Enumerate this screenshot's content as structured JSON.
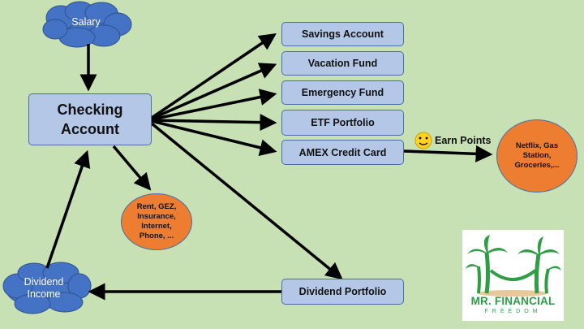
{
  "nodes": {
    "salary": "Salary",
    "checking": "Checking Account",
    "savings": "Savings Account",
    "vacation": "Vacation Fund",
    "emergency": "Emergency Fund",
    "etf": "ETF Portfolio",
    "amex": "AMEX Credit Card",
    "expenses": "Rent, GEZ, Insurance, Internet, Phone, ...",
    "spending": "Netflix, Gas Station, Groceries,...",
    "dividend_portfolio": "Dividend Portfolio",
    "dividend_income": "Dividend Income"
  },
  "labels": {
    "earn_points": "Earn Points"
  },
  "logo": {
    "title": "MR. FINANCIAL",
    "subtitle": "FREEDOM"
  },
  "colors": {
    "background": "#c7e0b4",
    "box_fill": "#b4c7e7",
    "circle_fill": "#ed7d31",
    "cloud_fill": "#4472c4",
    "logo_green": "#2e9e44"
  }
}
